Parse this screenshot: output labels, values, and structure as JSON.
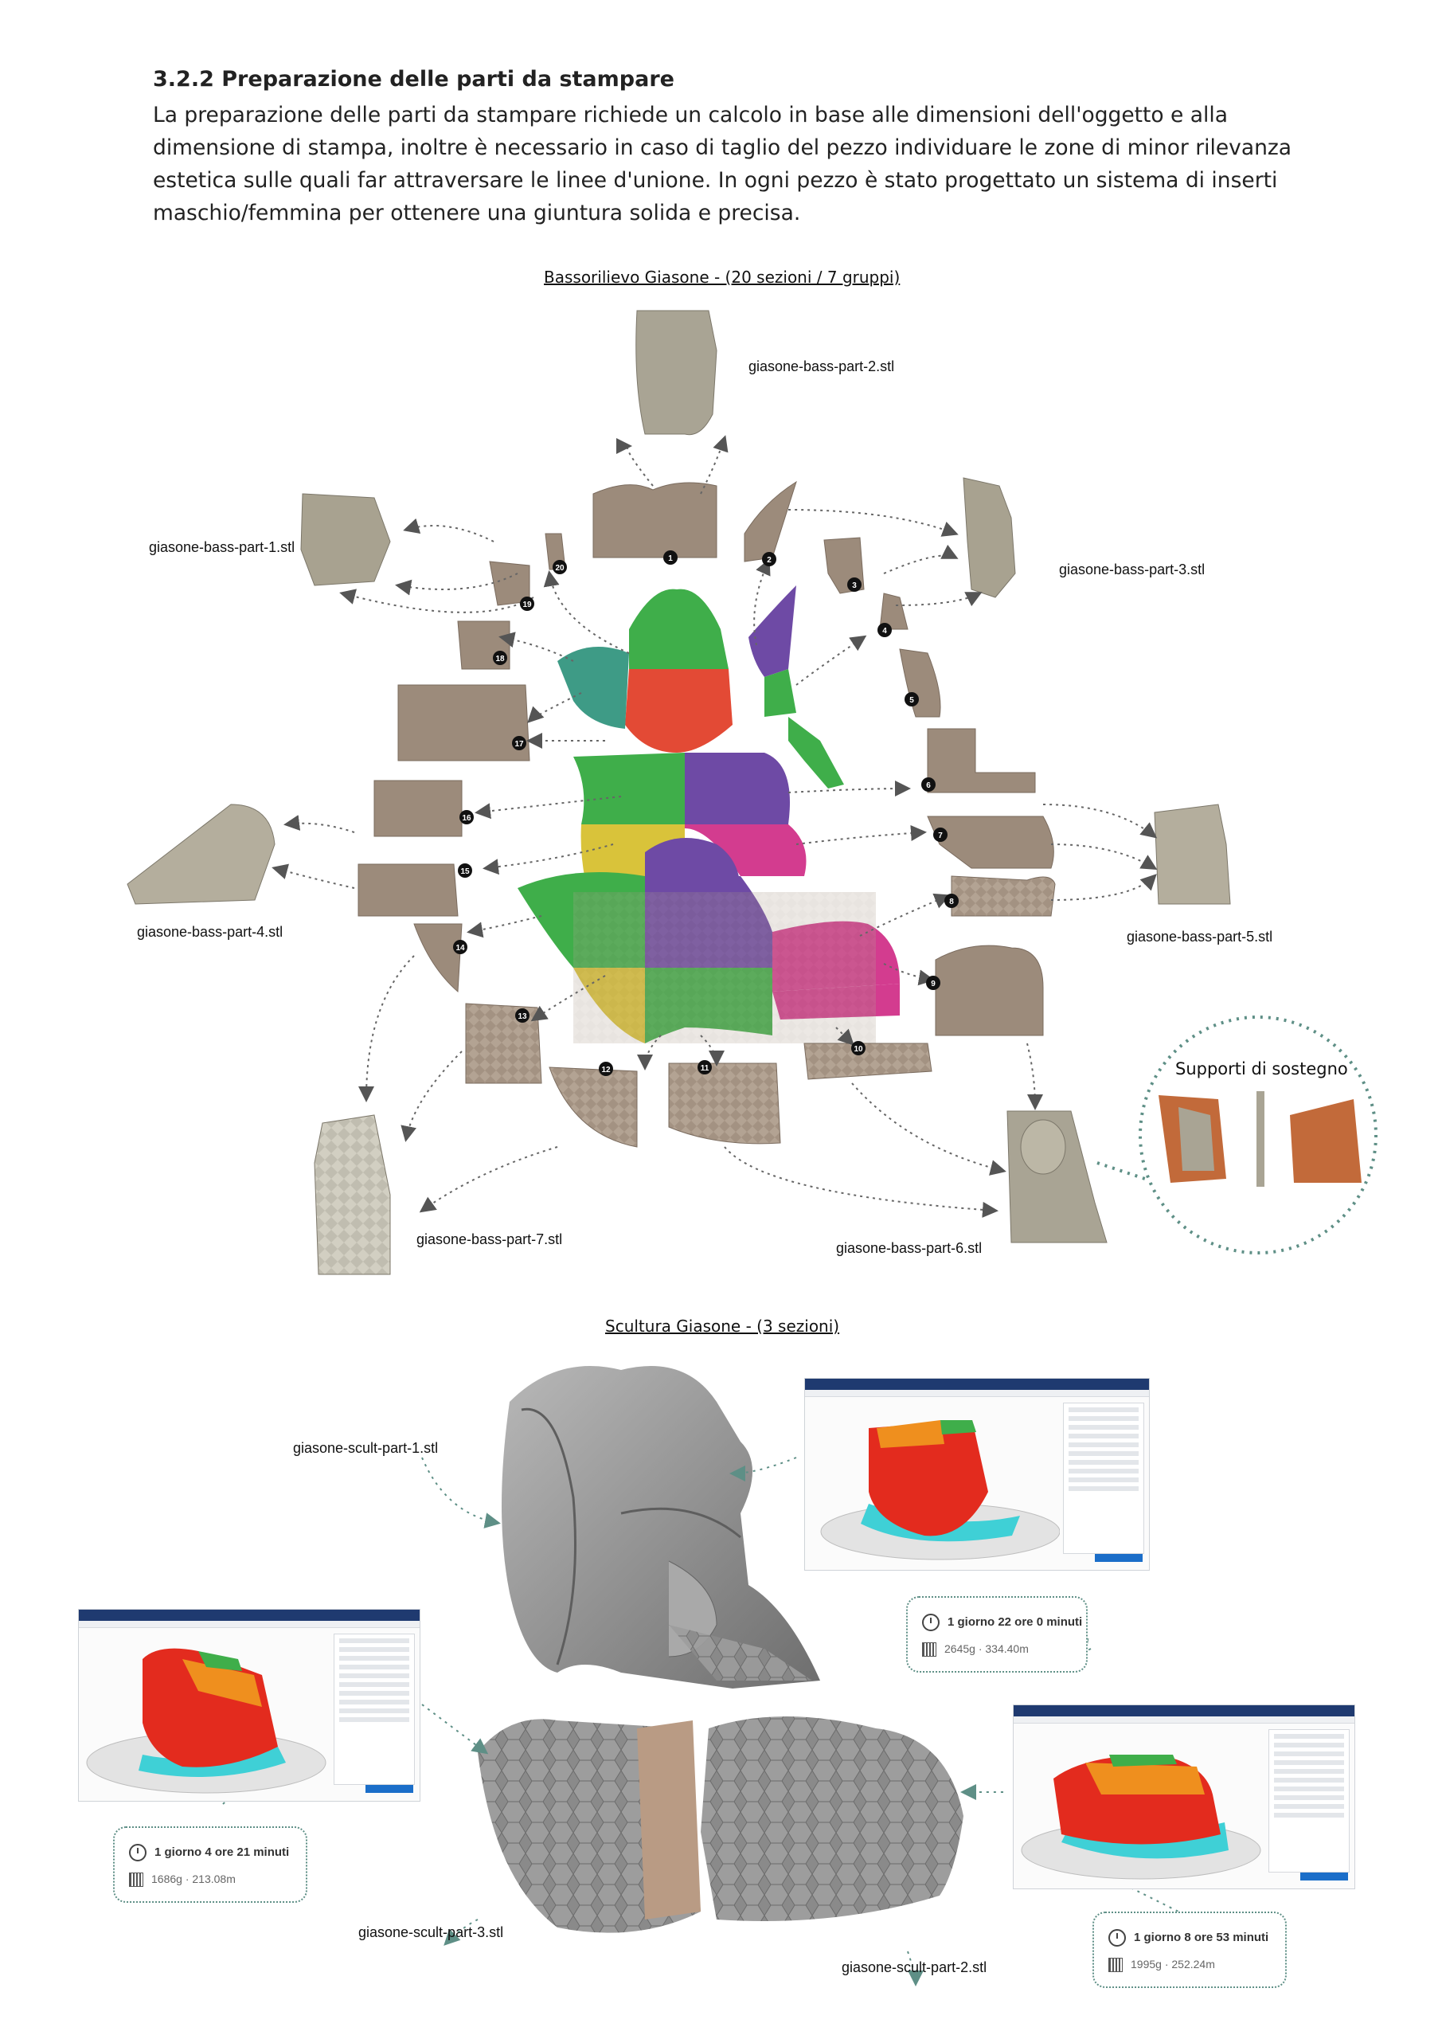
{
  "section": {
    "heading": "3.2.2 Preparazione delle parti da stampare",
    "paragraph": "La preparazione delle parti da stampare richiede un calcolo in base alle dimensioni dell'oggetto e alla dimensione di stampa, inoltre è necessario in caso di taglio del pezzo individuare le zone di minor rilevanza estetica sulle quali far attraversare le linee d'unione. In ogni pezzo è stato progettato un sistema di inserti maschio/femmina per ottenere una giuntura solida e precisa."
  },
  "bassorilievo": {
    "caption": "Bassorilievo Giasone - (20 sezioni / 7 gruppi)",
    "parts": [
      "giasone-bass-part-1.stl",
      "giasone-bass-part-2.stl",
      "giasone-bass-part-3.stl",
      "giasone-bass-part-4.stl",
      "giasone-bass-part-5.stl",
      "giasone-bass-part-6.stl",
      "giasone-bass-part-7.stl"
    ],
    "supports_label": "Supporti di sostegno",
    "section_numbers": [
      "1",
      "2",
      "3",
      "4",
      "5",
      "6",
      "7",
      "8",
      "9",
      "10",
      "11",
      "12",
      "13",
      "14",
      "15",
      "16",
      "17",
      "18",
      "19",
      "20"
    ]
  },
  "scultura": {
    "caption": "Scultura Giasone - (3 sezioni)",
    "parts": [
      "giasone-scult-part-1.stl",
      "giasone-scult-part-2.stl",
      "giasone-scult-part-3.stl"
    ],
    "estimates": [
      {
        "time": "1 giorno 22 ore 0 minuti",
        "material": "2645g · 334.40m"
      },
      {
        "time": "1 giorno 4 ore 21 minuti",
        "material": "1686g · 213.08m"
      },
      {
        "time": "1 giorno 8 ore 53 minuti",
        "material": "1995g · 252.24m"
      }
    ]
  },
  "colors": {
    "stone": "#9c8b7b",
    "stone_light": "#b8a898",
    "grey_model": "#8d8d8d",
    "teal_dotted": "#5e8f86",
    "slice_red": "#e32b1e",
    "slice_orange": "#ef8f1e",
    "slice_cyan": "#3fd0d6",
    "group_green": "#3fae4a",
    "group_purple": "#6e4aa5",
    "group_magenta": "#d33c8f",
    "group_red": "#e34a35",
    "group_yellow": "#d9c33a",
    "group_teal": "#3e9b86"
  },
  "icons": [
    "clock-icon",
    "filament-spool-icon"
  ]
}
